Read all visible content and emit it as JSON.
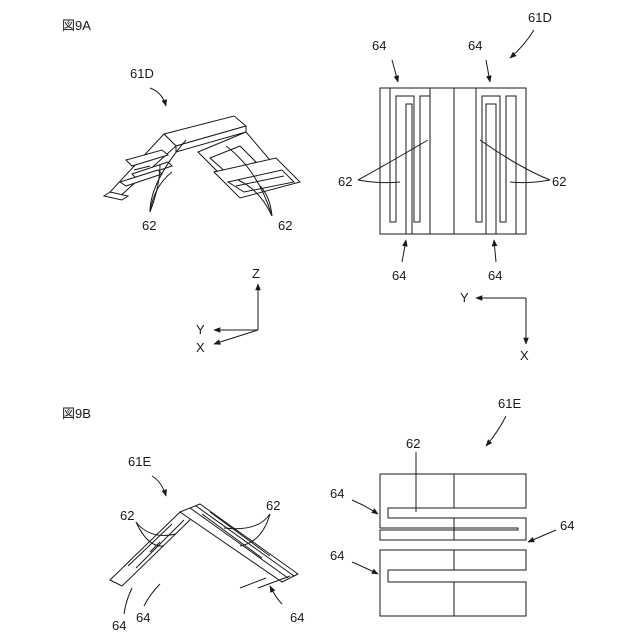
{
  "figure_a": {
    "title": "図9A",
    "persp": {
      "part_label": "61D",
      "ref_left": "62",
      "ref_right": "62"
    },
    "axes_3d": {
      "z": "Z",
      "y": "Y",
      "x": "X"
    },
    "plan": {
      "part_label": "61D",
      "ref_64_top_left": "64",
      "ref_64_top_right": "64",
      "ref_62_left": "62",
      "ref_62_right": "62",
      "ref_64_bottom_left": "64",
      "ref_64_bottom_right": "64"
    },
    "axes_2d": {
      "y": "Y",
      "x": "X"
    }
  },
  "figure_b": {
    "title": "図9B",
    "persp": {
      "part_label": "61E",
      "ref_62_left": "62",
      "ref_62_right": "62",
      "ref_64_a": "64",
      "ref_64_b": "64",
      "ref_64_c": "64"
    },
    "plan": {
      "part_label": "61E",
      "ref_62": "62",
      "ref_64_left_top": "64",
      "ref_64_left_bottom": "64",
      "ref_64_right": "64"
    }
  }
}
